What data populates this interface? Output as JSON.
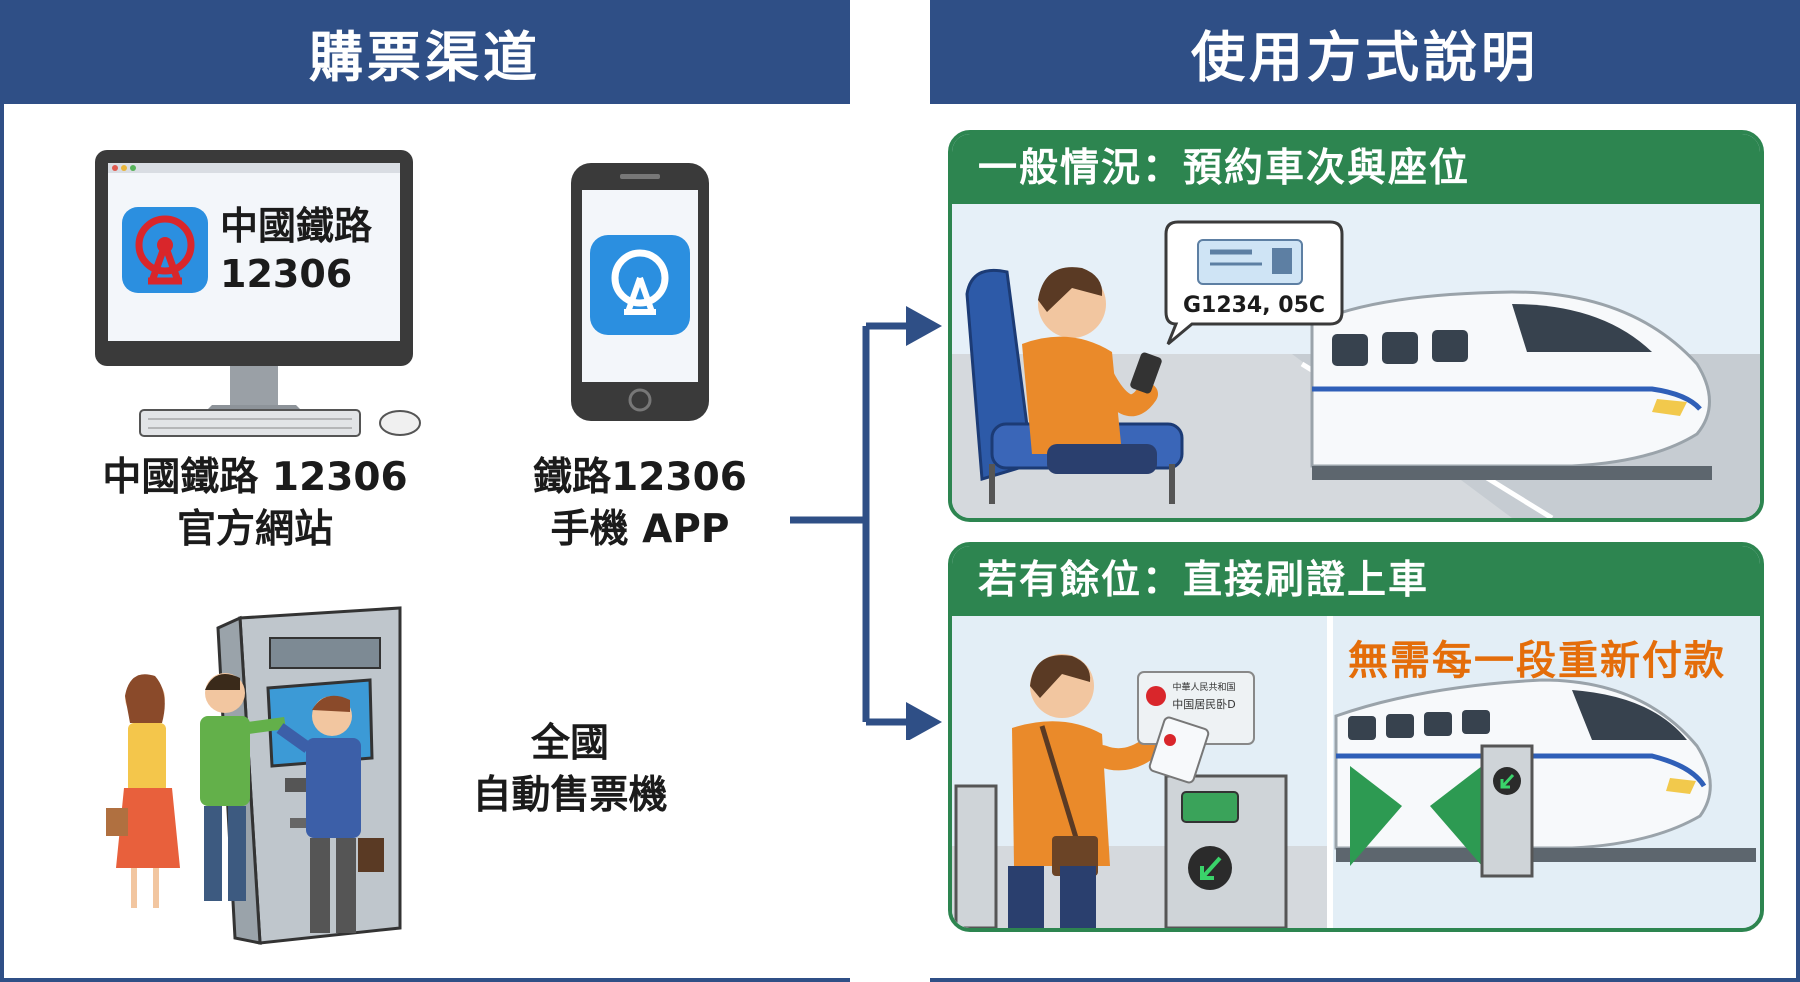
{
  "sections": {
    "left_title": "購票渠道",
    "right_title": "使用方式說明"
  },
  "channels": {
    "website": {
      "logo_line1": "中國鐵路",
      "logo_line2": "12306",
      "label_line1": "中國鐵路 12306",
      "label_line2": "官方網站"
    },
    "app": {
      "label_line1": "鐵路12306",
      "label_line2": "手機 APP"
    },
    "machine": {
      "label_line1": "全國",
      "label_line2": "自動售票機"
    }
  },
  "usage": {
    "case1": {
      "title": "一般情況：預約車次與座位",
      "bubble": "G1234, 05C"
    },
    "case2": {
      "title": "若有餘位：直接刷證上車",
      "note": "無需每一段重新付款",
      "id_card_line1": "中華人民共和国",
      "id_card_line2": "中国居民卧D"
    }
  },
  "colors": {
    "header_blue": "#2f4f86",
    "panel_green": "#2d8550",
    "logo_blue": "#2b8fe0",
    "logo_red": "#d9262b",
    "note_orange": "#e46d0a"
  },
  "icons": [
    "railway-logo-icon",
    "desktop-computer-icon",
    "smartphone-icon",
    "ticket-machine-icon",
    "train-icon",
    "ticket-icon",
    "gate-arrow-icon"
  ]
}
